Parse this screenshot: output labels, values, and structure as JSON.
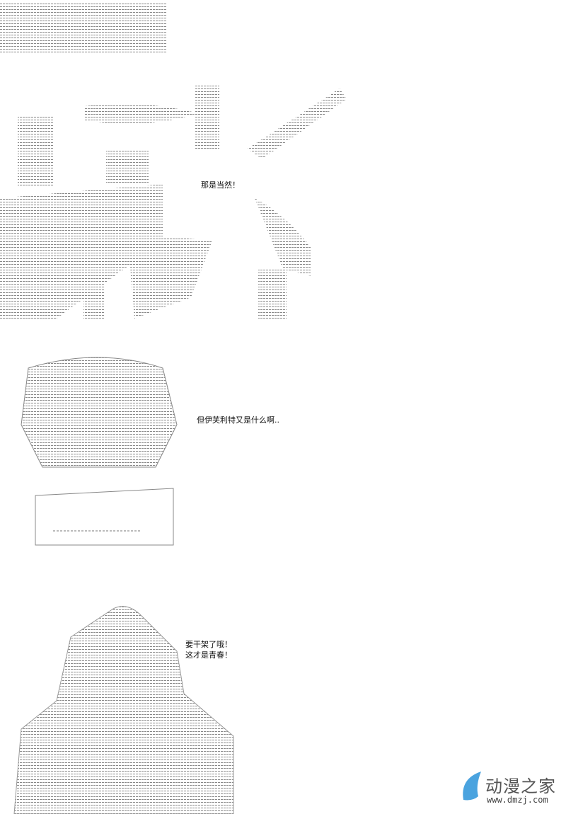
{
  "panels": [
    {
      "dialogue": [
        "那是当然！"
      ]
    },
    {
      "dialogue": [
        "但伊芙利特又是什么啊.."
      ]
    },
    {
      "dialogue": [
        "要干架了哦！",
        "这才是青春！"
      ]
    }
  ],
  "watermark": {
    "title": "动漫之家",
    "url": "www.dmzj.com",
    "logo_color": "#4aa3df"
  }
}
